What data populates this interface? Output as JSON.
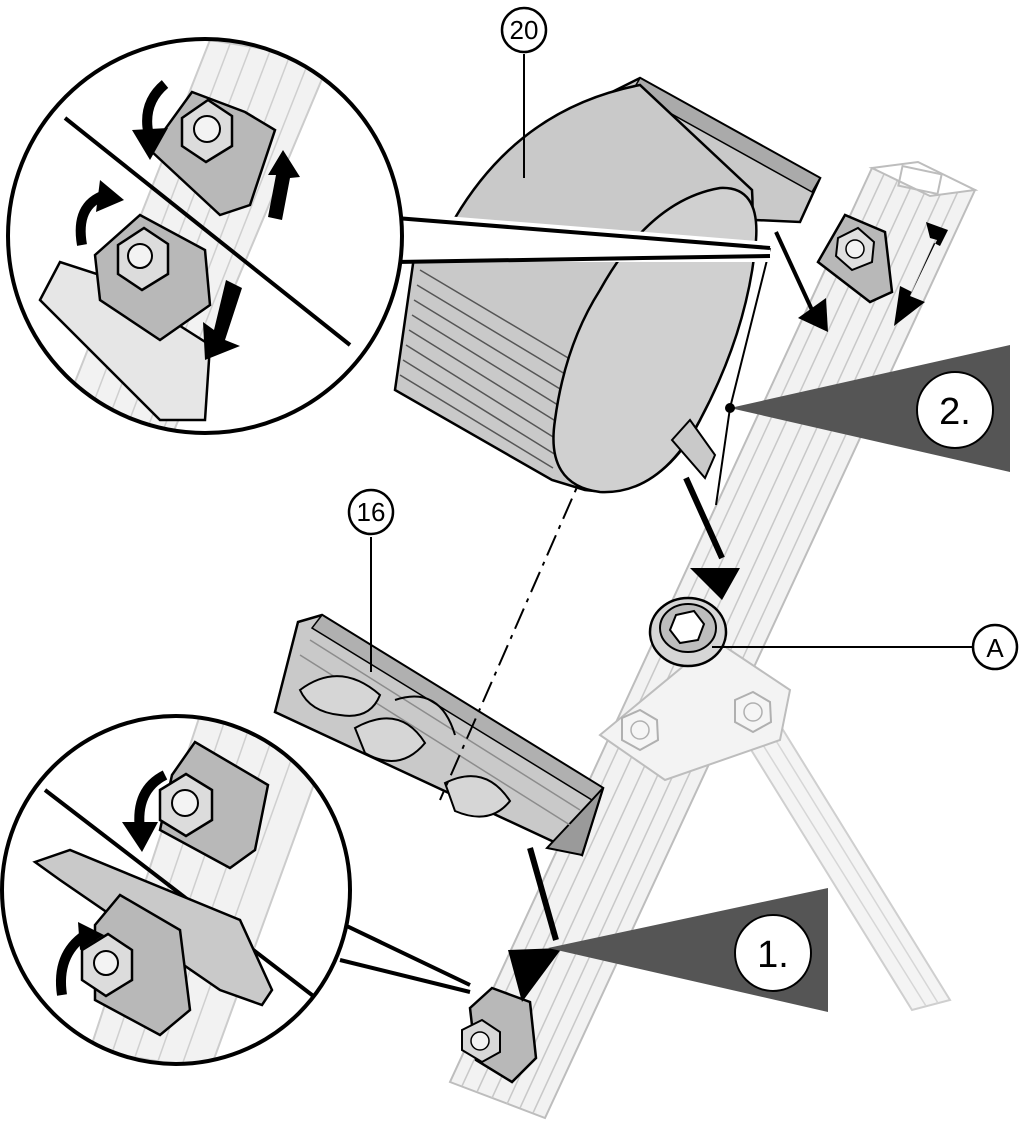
{
  "labels": {
    "part_20": "20",
    "part_16": "16",
    "point_a": "A",
    "step_1": "1.",
    "step_2": "2."
  },
  "colors": {
    "outline": "#000000",
    "rail_fill": "#f2f2f2",
    "rail_line": "#bdbdbd",
    "rail_faint": "#d9d9d9",
    "part_fill": "#c9c9c9",
    "part_dark": "#9a9a9a",
    "clamp_fill": "#b8b8b8",
    "callout_wedge": "#555555",
    "bubble_fill": "#ffffff"
  }
}
